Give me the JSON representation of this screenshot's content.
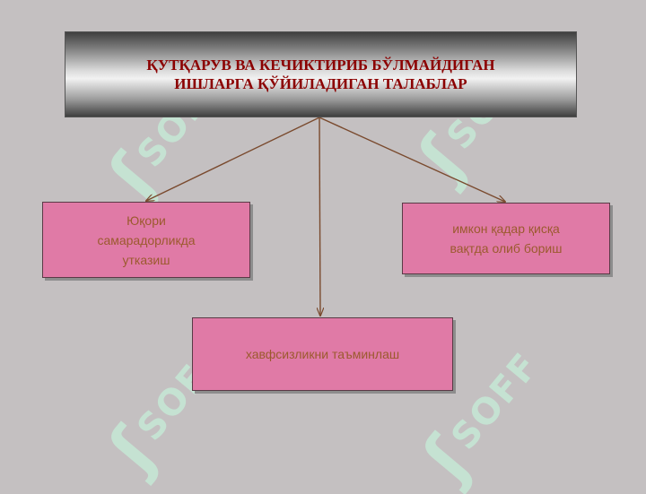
{
  "title": {
    "line1": "ҚУТҚАРУВ ВА КЕЧИКТИРИБ БЎЛМАЙДИГАН",
    "line2": "ИШЛАРГА ҚЎЙИЛАДИГАН ТАЛАБЛАР"
  },
  "boxes": {
    "left": {
      "line1": "Юқори",
      "line2": "самарадорликда",
      "line3": "утказиш"
    },
    "right": {
      "line1": "имкон қадар қисқа",
      "line2": "вақтда олиб бориш"
    },
    "bottom": {
      "line1": "хавфсизликни таъминлаш"
    }
  },
  "watermark": {
    "text": "SOFF",
    "glyph": "ʃ",
    "color": "#c6e8d6"
  },
  "colors": {
    "background": "#c4c0c1",
    "title_text": "#8b0000",
    "box_fill": "#e07aa6",
    "box_text": "#9b5a2e",
    "arrow": "#7a4a2e"
  }
}
